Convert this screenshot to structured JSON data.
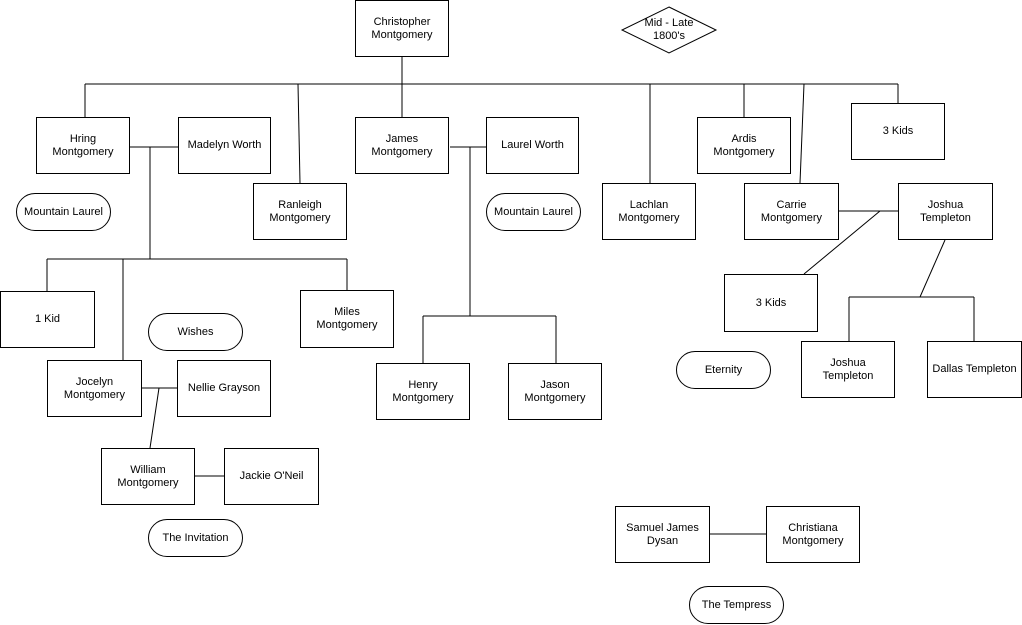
{
  "era_label": "Mid - Late\n1800's",
  "people": {
    "christopher": "Christopher\nMontgomery",
    "hring": "Hring Montgomery",
    "madelyn": "Madelyn Worth",
    "ranleigh": "Ranleigh\nMontgomery",
    "james": "James\nMontgomery",
    "laurel": "Laurel Worth",
    "lachlan": "Lachlan\nMontgomery",
    "ardis": "Ardis Montgomery",
    "carrie": "Carrie\nMontgomery",
    "kids3_top": "3 Kids",
    "joshua_t": "Joshua Templeton",
    "kids3_carrie": "3 Kids",
    "joshua_t_jr": "Joshua Templeton",
    "dallas": "Dallas Templeton",
    "kid1": "1 Kid",
    "miles": "Miles Montgomery",
    "jocelyn": "Jocelyn\nMontgomery",
    "nellie": "Nellie Grayson",
    "william": "William\nMontgomery",
    "jackie": "Jackie O'Neil",
    "henry": "Henry\nMontgomery",
    "jason": "Jason\nMontgomery",
    "samuel": "Samuel James\nDysan",
    "christiana": "Christiana\nMontgomery"
  },
  "books": {
    "mountain_laurel_1": "Mountain Laurel",
    "mountain_laurel_2": "Mountain Laurel",
    "wishes": "Wishes",
    "the_invitation": "The Invitation",
    "eternity": "Eternity",
    "the_temptress": "The Tempress"
  }
}
